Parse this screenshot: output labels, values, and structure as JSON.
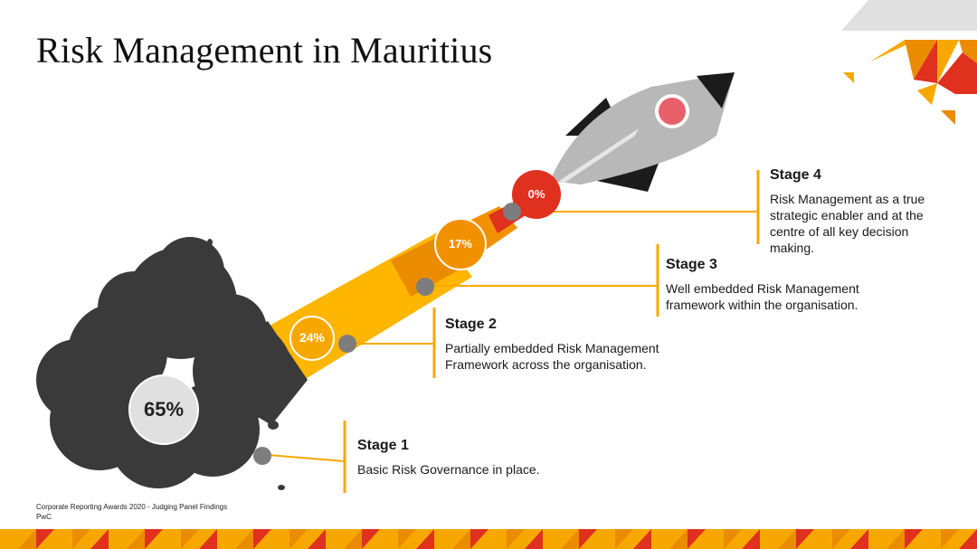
{
  "title": "Risk Management in Mauritius",
  "colors": {
    "smoke": "#3a3a3a",
    "orange": "#f7a800",
    "dark_orange": "#eb8c00",
    "red": "#e0301e",
    "gray_dot": "#7d7d7d",
    "rocket_body": "#b8b8b8",
    "rocket_fins": "#1b1b1b",
    "window": "#e8606a"
  },
  "stages": [
    {
      "percent": "65%",
      "label": "Stage 1",
      "description": "Basic Risk Governance  in place."
    },
    {
      "percent": "24%",
      "label": "Stage 2",
      "description": "Partially embedded Risk Management Framework across the organisation."
    },
    {
      "percent": "17%",
      "label": "Stage 3",
      "description": "Well embedded Risk Management framework within the organisation."
    },
    {
      "percent": "0%",
      "label": "Stage 4",
      "description": "Risk Management as a true strategic enabler and at the centre of all key decision making."
    }
  ],
  "footer": {
    "source": "Corporate Reporting Awards 2020 - Judging Panel Findings",
    "org": "PwC"
  }
}
